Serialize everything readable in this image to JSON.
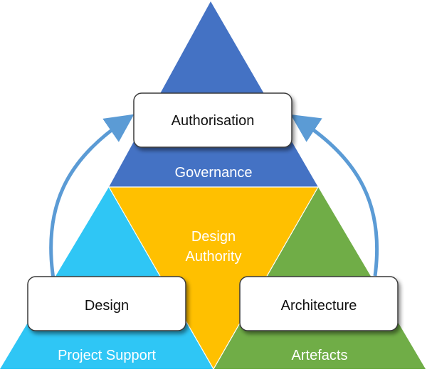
{
  "diagram": {
    "boxes": {
      "authorisation": "Authorisation",
      "design": "Design",
      "architecture": "Architecture"
    },
    "regions": {
      "governance": "Governance",
      "design_authority_line1": "Design",
      "design_authority_line2": "Authority",
      "project_support": "Project Support",
      "artefacts": "Artefacts"
    },
    "colors": {
      "governance": "#4472c4",
      "design_authority": "#ffc000",
      "project_support": "#2fc6f5",
      "artefacts": "#70ad47",
      "arrow": "#5b9bd5",
      "box_fill": "#ffffff",
      "box_stroke": "#3a3a3a"
    }
  }
}
